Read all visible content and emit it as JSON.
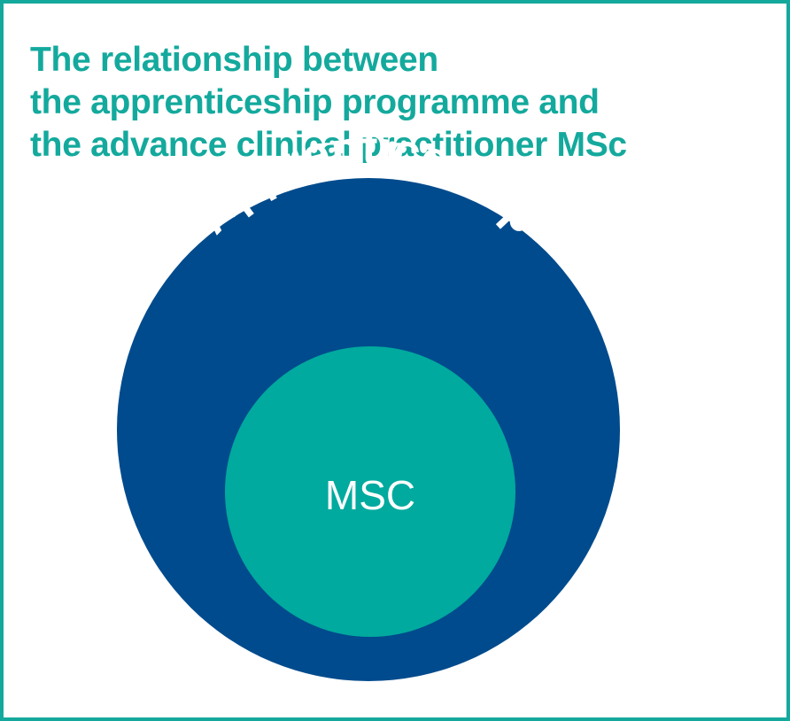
{
  "title": {
    "line1": "The relationship between",
    "line2": "the apprenticeship programme and",
    "line3": "the advance clinical practitioner MSc"
  },
  "outer_circle": {
    "label": "Apprenticeship",
    "color": "#004b8d"
  },
  "inner_circle": {
    "label": "MSC",
    "color": "#00aa9e"
  },
  "colors": {
    "accent": "#14a99d",
    "text_on_dark": "#ffffff",
    "background": "#ffffff"
  }
}
